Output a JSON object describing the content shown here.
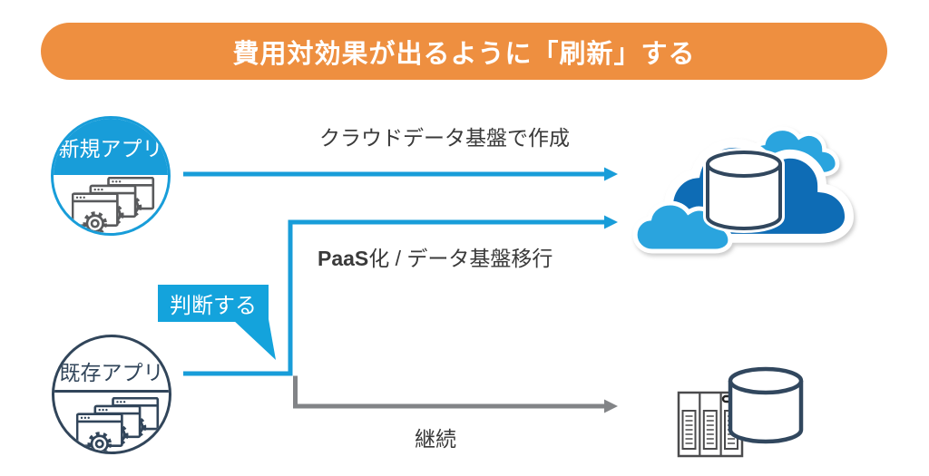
{
  "title": "費用対効果が出るように「刷新」する",
  "nodes": {
    "new_app": {
      "label": "新規アプリ",
      "icon": "app-windows-icon"
    },
    "existing_app": {
      "label": "既存アプリ",
      "icon": "app-windows-icon"
    }
  },
  "flows": {
    "create": {
      "label": "クラウドデータ基盤で作成",
      "target_icon": "cloud-database-icon"
    },
    "paas": {
      "label_bold": "PaaS",
      "label_rest": "化 / データ基盤移行",
      "target_icon": "cloud-database-icon"
    },
    "continue": {
      "label": "継続",
      "target_icon": "server-database-icon"
    }
  },
  "callout": {
    "label": "判断する"
  },
  "colors": {
    "banner_orange": "#EE8F40",
    "accent_blue": "#189DD9",
    "callout_blue": "#14A3DC",
    "navy_outline": "#31455A",
    "gray_arrow": "#828487",
    "cloud_dark_blue": "#0E6CB5",
    "cloud_light_blue": "#2AA4DE",
    "label_text": "#3A3A3A"
  }
}
